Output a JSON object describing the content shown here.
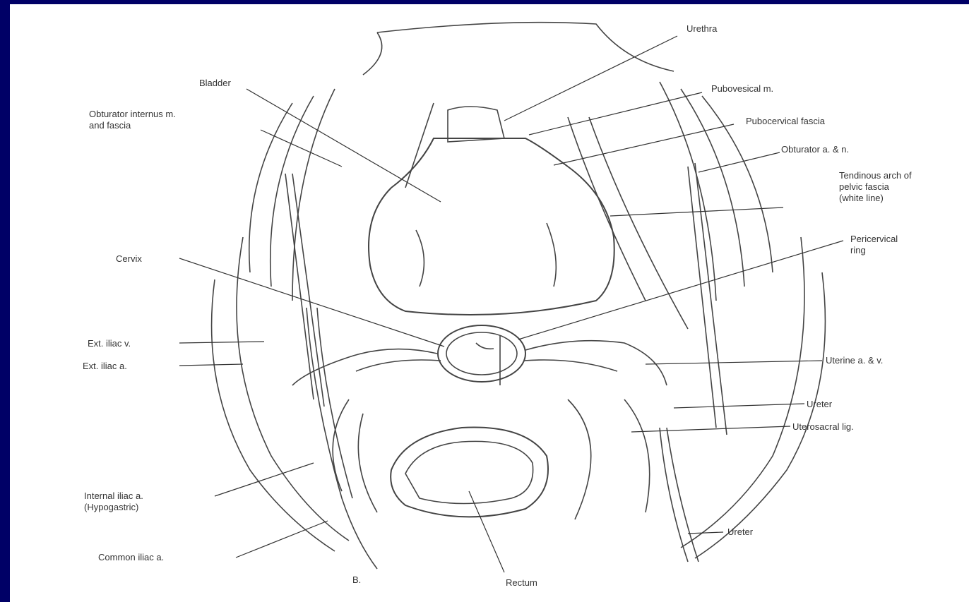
{
  "figure": {
    "panel_letter": "B.",
    "labels": {
      "urethra": "Urethra",
      "bladder": "Bladder",
      "pubovesical": "Pubovesical m.",
      "obturator_internus": "Obturator internus m.\nand fascia",
      "pubocervical": "Pubocervical fascia",
      "obturator_an": "Obturator a. & n.",
      "tendinous_arch": "Tendinous arch of\npelvic fascia\n(white line)",
      "pericervical": "Pericervical\nring",
      "cervix": "Cervix",
      "ext_iliac_v": "Ext. iliac v.",
      "ext_iliac_a": "Ext. iliac a.",
      "uterine": "Uterine a. & v.",
      "ureter_right": "Ureter",
      "uterosacral": "Uterosacral lig.",
      "internal_iliac": "Internal iliac a.\n(Hypogastric)",
      "common_iliac": "Common iliac a.",
      "rectum": "Rectum",
      "ureter_bottom": "Ureter"
    }
  }
}
